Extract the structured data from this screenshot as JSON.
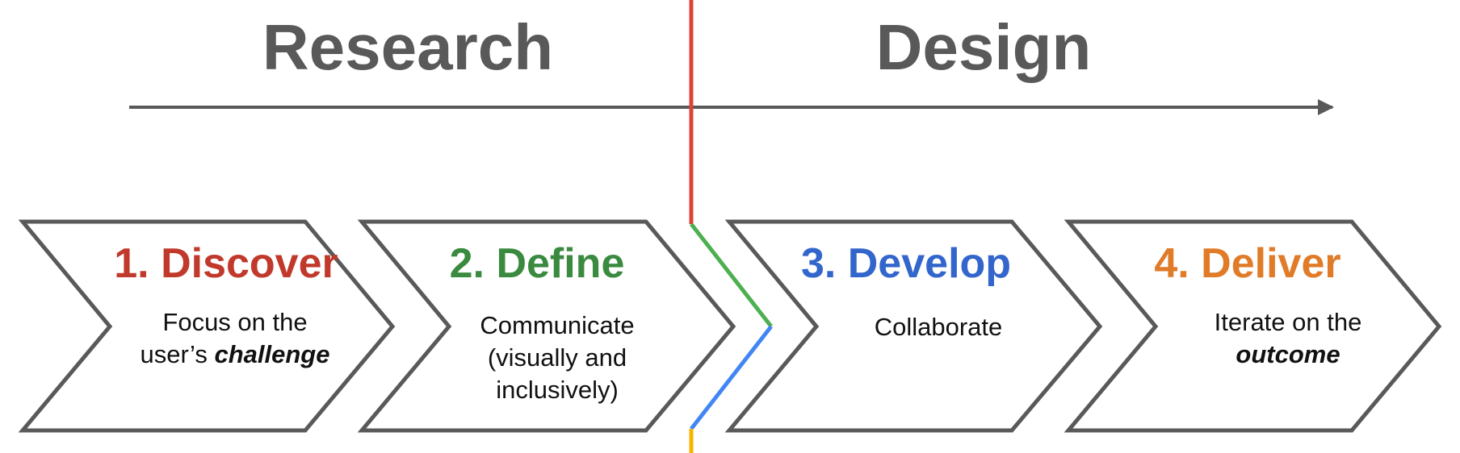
{
  "phases": [
    {
      "label": "Research"
    },
    {
      "label": "Design"
    }
  ],
  "steps": [
    {
      "title": "1. Discover",
      "color": "#c0392b",
      "lines": [
        [
          {
            "text": "Focus on the"
          }
        ],
        [
          {
            "text": "user’s "
          },
          {
            "text": "challenge",
            "emphasis": true
          }
        ]
      ]
    },
    {
      "title": "2. Define",
      "color": "#3a8a3f",
      "lines": [
        [
          {
            "text": "Communicate"
          }
        ],
        [
          {
            "text": "(visually and"
          }
        ],
        [
          {
            "text": "inclusively)"
          }
        ]
      ]
    },
    {
      "title": "3. Develop",
      "color": "#3366cc",
      "lines": [
        [
          {
            "text": "Collaborate"
          }
        ]
      ]
    },
    {
      "title": "4. Deliver",
      "color": "#e07b28",
      "lines": [
        [
          {
            "text": "Iterate on the"
          }
        ],
        [
          {
            "text": "outcome",
            "emphasis": true
          }
        ]
      ]
    }
  ],
  "divider_colors": {
    "top": "#db4437",
    "upper_diagonal": "#4caf50",
    "lower_diagonal": "#4285f4",
    "bottom": "#f4b400"
  },
  "arrow_color": "#595959"
}
